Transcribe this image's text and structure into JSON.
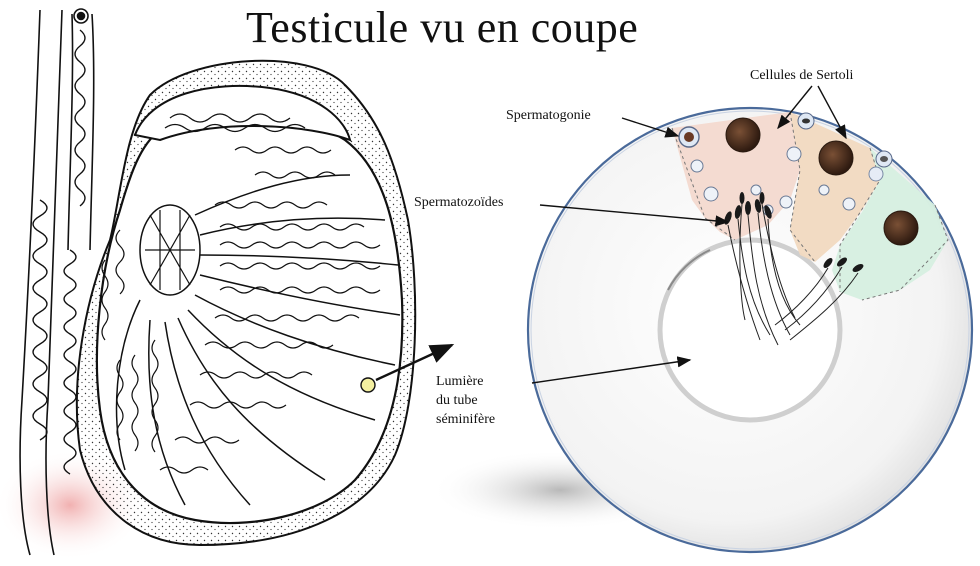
{
  "title": "Testicule vu en coupe",
  "labels": {
    "sertoli": "Cellules de Sertoli",
    "spermatogonie": "Spermatogonie",
    "spermatozoides": "Spermatozoïdes",
    "lumiere": [
      "Lumière",
      "du tube",
      "séminifère"
    ]
  },
  "colors": {
    "outline": "#111111",
    "tubule_ring": "#f2f2f2",
    "tubule_border": "#4a6a9a",
    "sertoli_pink": "#f3d9cf",
    "sertoli_peach": "#f1d9c0",
    "sertoli_green": "#d6efe0",
    "nucleus": "#4a2e1e",
    "marker": "#f4f0a0"
  }
}
